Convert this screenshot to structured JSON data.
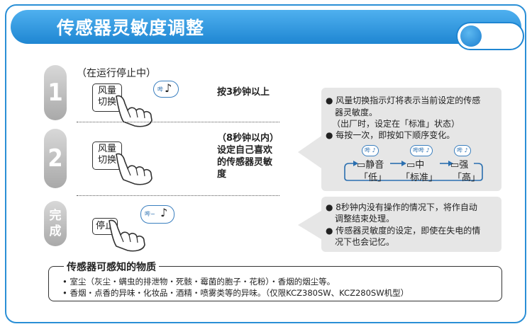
{
  "header": {
    "title": "传感器灵敏度调整"
  },
  "steps": [
    {
      "label": "1"
    },
    {
      "label": "2"
    },
    {
      "label": "完成"
    }
  ],
  "step1": {
    "context": "（在运行停止中）",
    "button_line1": "风量",
    "button_line2": "切换",
    "beep": "哔",
    "instruction": "按3秒钟以上"
  },
  "step2": {
    "button_line1": "风量",
    "button_line2": "切换",
    "line1": "（8秒钟以内）",
    "line2": "设定自己喜欢",
    "line3": "的传感器灵敏",
    "line4": "度"
  },
  "step3": {
    "button": "停止",
    "beep": "哔−"
  },
  "info1": {
    "bullet1_line1": "● 风量切换指示灯将表示当前设定的传感",
    "bullet1_line2": "器灵敏度。",
    "bullet1_line3": "（出厂时，设定在「标准」状态）",
    "bullet2": "● 每按一次，即按如下顺序变化。",
    "sequence": [
      {
        "beep": "哔",
        "label": "▭静音",
        "level": "「低」"
      },
      {
        "beep": "哔哔",
        "label": "▭中",
        "level": "「标准」"
      },
      {
        "beep": "哔",
        "label": "▭强",
        "level": "「高」"
      }
    ]
  },
  "info2": {
    "bullet1_line1": "● 8秒钟内没有操作的情况下，将作自动",
    "bullet1_line2": "调整结束处理。",
    "bullet2_line1": "● 传感器灵敏度的设定，即使在失电的情",
    "bullet2_line2": "况下也会记忆。"
  },
  "sensing": {
    "title": "传感器可感知的物质",
    "line1": "• 室尘（灰尘・螨虫的排泄物・死骸・霉菌的胞子・花粉）・香烟的烟尘等。",
    "line2": "• 香烟・点香的异味・化妆品・酒精・喷雾类等的异味。（仅限KCZ380SW、KCZ280SW机型）"
  },
  "colors": {
    "accent": "#1f86d2",
    "step_grey": "#b0b0b0",
    "panel_grey": "#e6e6e6"
  }
}
